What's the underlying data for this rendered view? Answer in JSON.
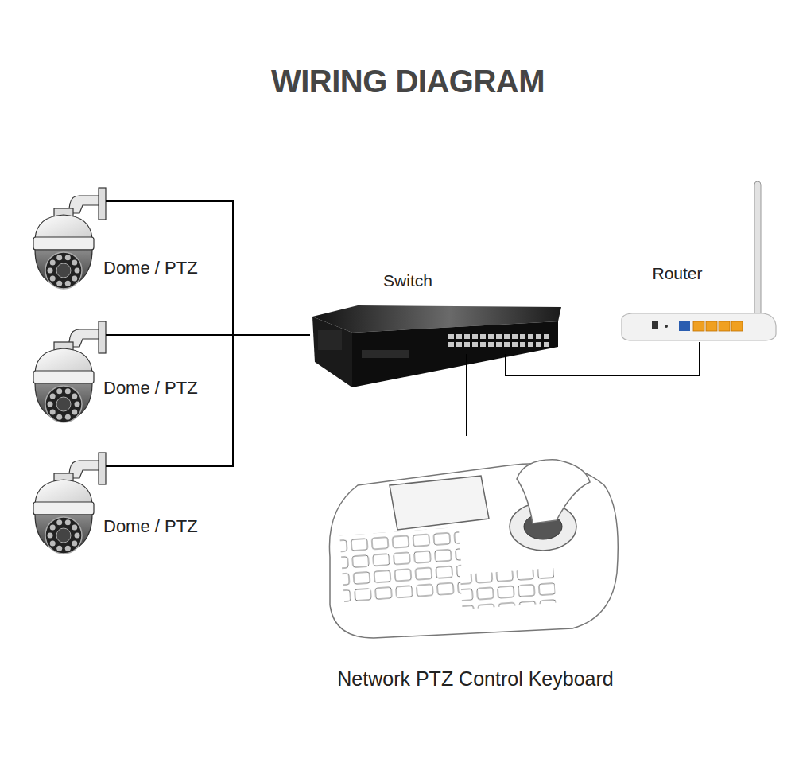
{
  "diagram": {
    "title": "WIRING DIAGRAM",
    "nodes": [
      {
        "text": [
          "Dome / PTZ"
        ]
      },
      {
        "text": [
          "Dome / PTZ"
        ]
      },
      {
        "text": [
          "Dome / PTZ"
        ]
      },
      {
        "text": [
          "Switch"
        ]
      },
      {
        "text": [
          "Router"
        ]
      },
      {
        "text": [
          "Network PTZ Control Keyboard"
        ]
      }
    ],
    "edges": [
      {
        "from": 0,
        "to": 3,
        "arrow": "none"
      },
      {
        "from": 1,
        "to": 3,
        "arrow": "none"
      },
      {
        "from": 2,
        "to": 3,
        "arrow": "none"
      },
      {
        "from": 3,
        "to": 4,
        "arrow": "none"
      },
      {
        "from": 3,
        "to": 5,
        "arrow": "none"
      }
    ]
  }
}
